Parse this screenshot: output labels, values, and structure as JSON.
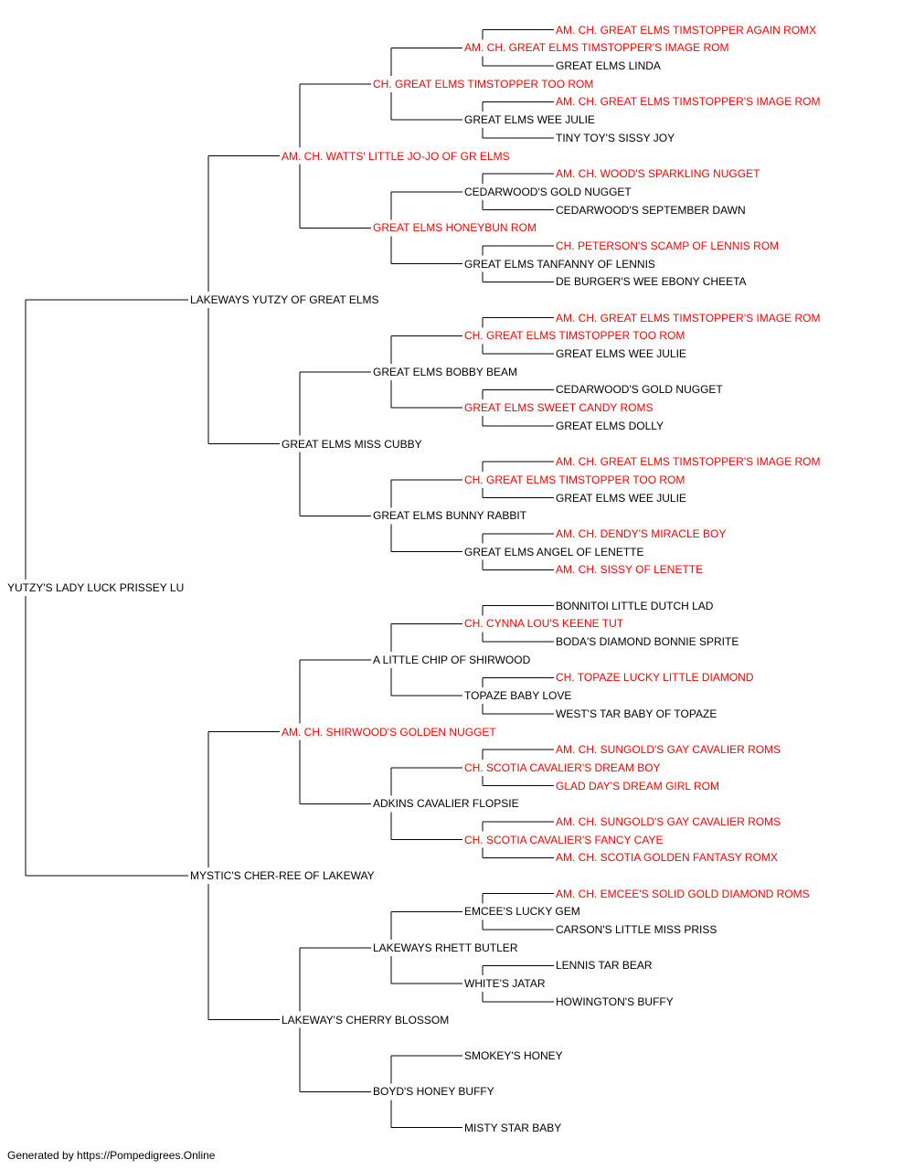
{
  "colors": {
    "champion": "#ff0000",
    "normal": "#000000",
    "line": "#000000"
  },
  "footer": "Generated by https://Pompedigrees.Online",
  "pedigree": {
    "name": "YUTZY'S LADY LUCK PRISSEY LU",
    "champion": false,
    "sire": {
      "name": "LAKEWAYS YUTZY OF GREAT ELMS",
      "champion": false,
      "sire": {
        "name": "AM. CH. WATTS' LITTLE JO-JO OF GR ELMS",
        "champion": true,
        "sire": {
          "name": "CH. GREAT ELMS TIMSTOPPER TOO ROM",
          "champion": true,
          "sire": {
            "name": "AM. CH. GREAT ELMS TIMSTOPPER'S IMAGE ROM",
            "champion": true,
            "sire": {
              "name": "AM. CH. GREAT ELMS TIMSTOPPER AGAIN ROMX",
              "champion": true
            },
            "dam": {
              "name": "GREAT ELMS LINDA",
              "champion": false
            }
          },
          "dam": {
            "name": "GREAT ELMS WEE JULIE",
            "champion": false,
            "sire": {
              "name": "AM. CH. GREAT ELMS TIMSTOPPER'S IMAGE ROM",
              "champion": true
            },
            "dam": {
              "name": "TINY TOY'S SISSY JOY",
              "champion": false
            }
          }
        },
        "dam": {
          "name": "GREAT ELMS HONEYBUN ROM",
          "champion": true,
          "sire": {
            "name": "CEDARWOOD'S GOLD NUGGET",
            "champion": false,
            "sire": {
              "name": "AM. CH. WOOD'S SPARKLING NUGGET",
              "champion": true
            },
            "dam": {
              "name": "CEDARWOOD'S SEPTEMBER DAWN",
              "champion": false
            }
          },
          "dam": {
            "name": "GREAT ELMS TANFANNY OF LENNIS",
            "champion": false,
            "sire": {
              "name": "CH. PETERSON'S SCAMP OF LENNIS ROM",
              "champion": true
            },
            "dam": {
              "name": "DE BURGER'S WEE EBONY CHEETA",
              "champion": false
            }
          }
        }
      },
      "dam": {
        "name": "GREAT ELMS MISS CUBBY",
        "champion": false,
        "sire": {
          "name": "GREAT ELMS BOBBY BEAM",
          "champion": false,
          "sire": {
            "name": "CH. GREAT ELMS TIMSTOPPER TOO ROM",
            "champion": true,
            "sire": {
              "name": "AM. CH. GREAT ELMS TIMSTOPPER'S IMAGE ROM",
              "champion": true
            },
            "dam": {
              "name": "GREAT ELMS WEE JULIE",
              "champion": false
            }
          },
          "dam": {
            "name": "GREAT ELMS SWEET CANDY ROMS",
            "champion": true,
            "sire": {
              "name": "CEDARWOOD'S GOLD NUGGET",
              "champion": false
            },
            "dam": {
              "name": "GREAT ELMS DOLLY",
              "champion": false
            }
          }
        },
        "dam": {
          "name": "GREAT ELMS BUNNY RABBIT",
          "champion": false,
          "sire": {
            "name": "CH. GREAT ELMS TIMSTOPPER TOO ROM",
            "champion": true,
            "sire": {
              "name": "AM. CH. GREAT ELMS TIMSTOPPER'S IMAGE ROM",
              "champion": true
            },
            "dam": {
              "name": "GREAT ELMS WEE JULIE",
              "champion": false
            }
          },
          "dam": {
            "name": "GREAT ELMS ANGEL OF LENETTE",
            "champion": false,
            "sire": {
              "name": "AM. CH. DENDY'S MIRACLE BOY",
              "champion": true
            },
            "dam": {
              "name": "AM. CH. SISSY OF LENETTE",
              "champion": true
            }
          }
        }
      }
    },
    "dam": {
      "name": "MYSTIC'S CHER-REE OF LAKEWAY",
      "champion": false,
      "sire": {
        "name": "AM. CH. SHIRWOOD'S GOLDEN NUGGET",
        "champion": true,
        "sire": {
          "name": "A LITTLE CHIP OF SHIRWOOD",
          "champion": false,
          "sire": {
            "name": "CH. CYNNA LOU'S KEENE TUT",
            "champion": true,
            "sire": {
              "name": "BONNITOI LITTLE DUTCH LAD",
              "champion": false
            },
            "dam": {
              "name": "BODA'S DIAMOND BONNIE SPRITE",
              "champion": false
            }
          },
          "dam": {
            "name": "TOPAZE BABY LOVE",
            "champion": false,
            "sire": {
              "name": "CH. TOPAZE LUCKY LITTLE DIAMOND",
              "champion": true
            },
            "dam": {
              "name": "WEST'S TAR BABY OF TOPAZE",
              "champion": false
            }
          }
        },
        "dam": {
          "name": "ADKINS CAVALIER FLOPSIE",
          "champion": false,
          "sire": {
            "name": "CH. SCOTIA CAVALIER'S DREAM BOY",
            "champion": true,
            "sire": {
              "name": "AM. CH. SUNGOLD'S GAY CAVALIER ROMS",
              "champion": true
            },
            "dam": {
              "name": "GLAD DAY'S DREAM GIRL ROM",
              "champion": true
            }
          },
          "dam": {
            "name": "CH. SCOTIA CAVALIER'S FANCY CAYE",
            "champion": true,
            "sire": {
              "name": "AM. CH. SUNGOLD'S GAY CAVALIER ROMS",
              "champion": true
            },
            "dam": {
              "name": "AM. CH. SCOTIA GOLDEN FANTASY ROMX",
              "champion": true
            }
          }
        }
      },
      "dam": {
        "name": "LAKEWAY'S CHERRY BLOSSOM",
        "champion": false,
        "sire": {
          "name": "LAKEWAYS RHETT BUTLER",
          "champion": false,
          "sire": {
            "name": "EMCEE'S LUCKY GEM",
            "champion": false,
            "sire": {
              "name": "AM. CH. EMCEE'S SOLID GOLD DIAMOND ROMS",
              "champion": true
            },
            "dam": {
              "name": "CARSON'S LITTLE MISS PRISS",
              "champion": false
            }
          },
          "dam": {
            "name": "WHITE'S JATAR",
            "champion": false,
            "sire": {
              "name": "LENNIS TAR BEAR",
              "champion": false
            },
            "dam": {
              "name": "HOWINGTON'S BUFFY",
              "champion": false
            }
          }
        },
        "dam": {
          "name": "BOYD'S HONEY BUFFY",
          "champion": false,
          "sire": {
            "name": "SMOKEY'S HONEY",
            "champion": false
          },
          "dam": {
            "name": "MISTY STAR BABY",
            "champion": false
          }
        }
      }
    }
  }
}
